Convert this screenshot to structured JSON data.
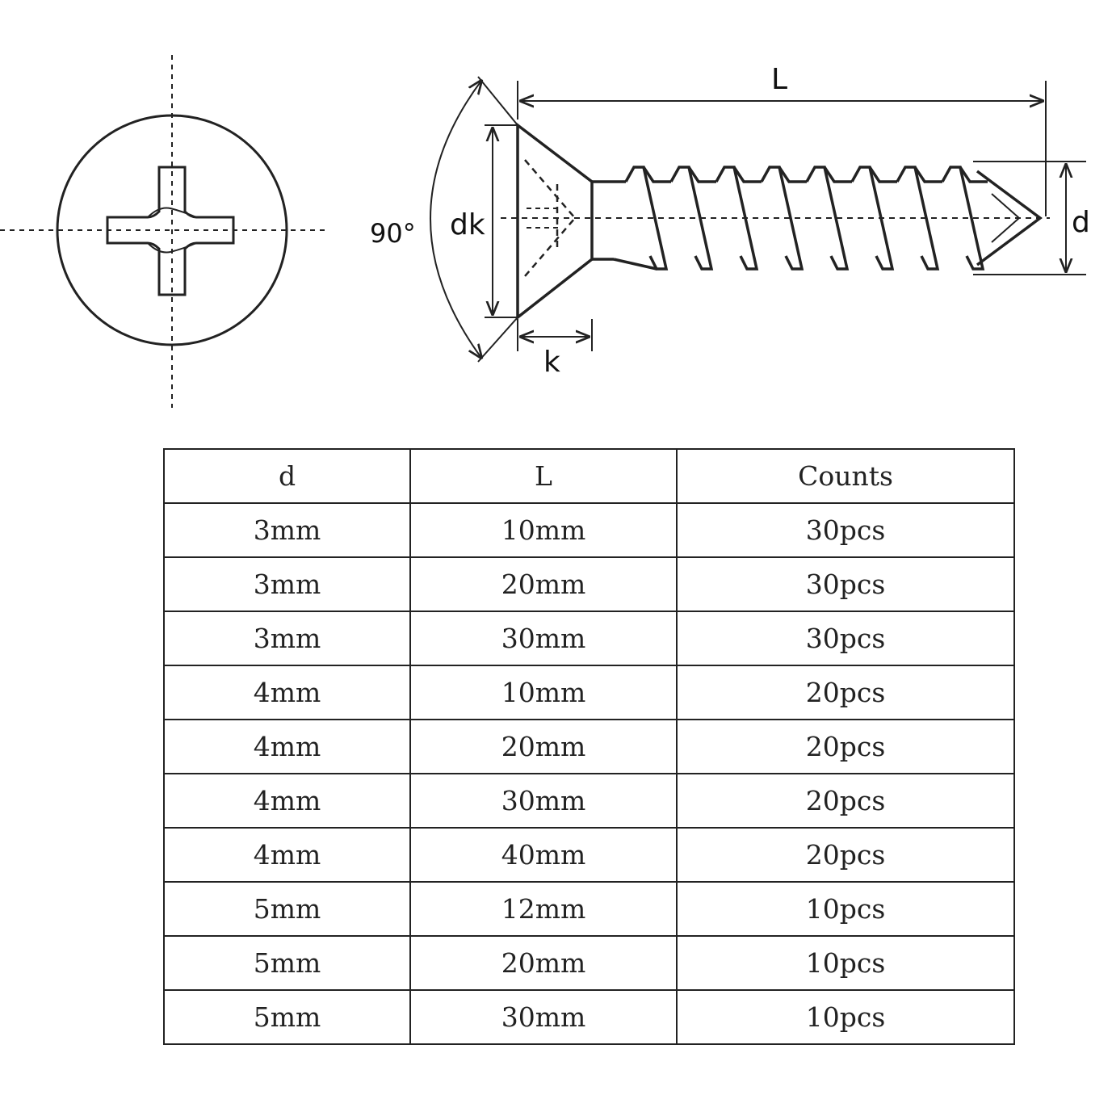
{
  "diagram": {
    "labels": {
      "length": "L",
      "head_diameter": "dk",
      "diameter": "d",
      "head_height": "k",
      "angle": "90°"
    },
    "head_view": {
      "drive": "cross-recess-icon"
    },
    "side_view": {
      "head": "countersunk-head",
      "thread_count": 8
    }
  },
  "table": {
    "headers": [
      "d",
      "L",
      "Counts"
    ],
    "rows": [
      [
        "3mm",
        "10mm",
        "30pcs"
      ],
      [
        "3mm",
        "20mm",
        "30pcs"
      ],
      [
        "3mm",
        "30mm",
        "30pcs"
      ],
      [
        "4mm",
        "10mm",
        "20pcs"
      ],
      [
        "4mm",
        "20mm",
        "20pcs"
      ],
      [
        "4mm",
        "30mm",
        "20pcs"
      ],
      [
        "4mm",
        "40mm",
        "20pcs"
      ],
      [
        "5mm",
        "12mm",
        "10pcs"
      ],
      [
        "5mm",
        "20mm",
        "10pcs"
      ],
      [
        "5mm",
        "30mm",
        "10pcs"
      ]
    ]
  },
  "colors": {
    "line": "#222222",
    "background": "#ffffff"
  }
}
